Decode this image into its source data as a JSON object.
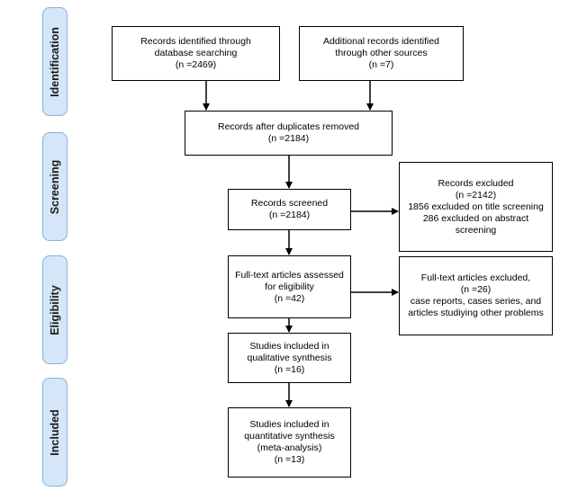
{
  "stages": [
    {
      "id": "identification",
      "label": "Identification"
    },
    {
      "id": "screening",
      "label": "Screening"
    },
    {
      "id": "eligibility",
      "label": "Eligibility"
    },
    {
      "id": "included",
      "label": "Included"
    }
  ],
  "boxes": {
    "database": [
      "Records identified through",
      "database searching",
      "(n =2469)"
    ],
    "other_sources": [
      "Additional records identified",
      "through other sources",
      "(n =7)"
    ],
    "after_duplicates": [
      "Records after duplicates removed",
      "(n =2184)"
    ],
    "screened": [
      "Records screened",
      "(n =2184)"
    ],
    "excluded": [
      "Records excluded",
      "(n =2142)",
      "1856 excluded on title screening",
      "286 excluded on abstract",
      "screening"
    ],
    "fulltext": [
      "Full-text articles assessed",
      "for eligibility",
      "(n =42)"
    ],
    "fulltext_excluded": [
      "Full-text articles excluded,",
      "(n =26)",
      "case reports, cases series, and",
      "articles studiying other problems"
    ],
    "qualitative": [
      "Studies included in",
      "qualitative synthesis",
      "(n =16)"
    ],
    "quantitative": [
      "Studies included in",
      "quantitative synthesis",
      "(meta-analysis)",
      "(n =13)"
    ]
  }
}
